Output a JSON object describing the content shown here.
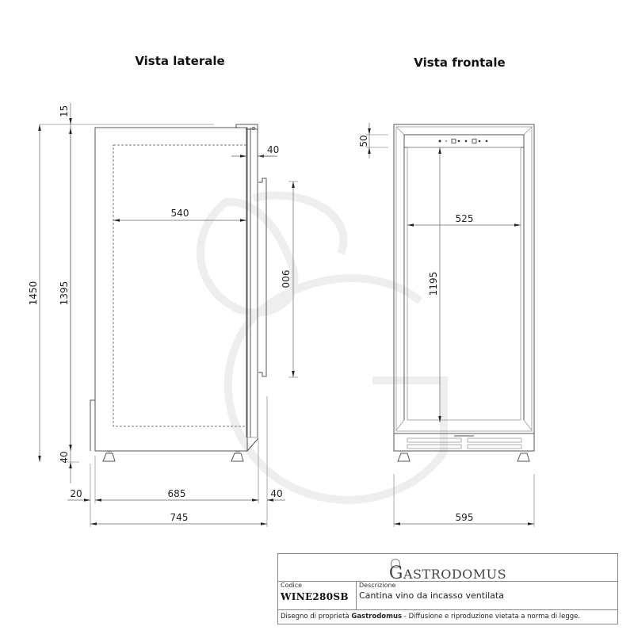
{
  "views": {
    "side": {
      "title": "Vista laterale",
      "dimensions": {
        "top_offset": "15",
        "total_height": "1450",
        "body_height": "1395",
        "feet_height": "40",
        "door_depth": "40",
        "inner_depth": "540",
        "handle_length": "900",
        "back_offset": "20",
        "body_depth": "685",
        "front_offset": "40",
        "total_depth": "745"
      }
    },
    "front": {
      "title": "Vista frontale",
      "dimensions": {
        "top_band": "50",
        "inner_width": "525",
        "inner_height": "1195",
        "total_width": "595"
      }
    }
  },
  "title_block": {
    "brand": "Gastrodomus",
    "brand_initial": "G",
    "brand_rest": "ASTRODOMUS",
    "code_label": "Codice",
    "code_value": "WINE280SB",
    "description_label": "Descrizione",
    "description_value": "Cantina vino da incasso ventilata",
    "footer_prefix": "Disegno di proprietà ",
    "footer_brand": "Gastrodomus",
    "footer_suffix": " - Diffusione e riproduzione vietata a norma di legge."
  },
  "colors": {
    "line": "#555555",
    "text": "#111111",
    "watermark": "#eeeeee"
  }
}
